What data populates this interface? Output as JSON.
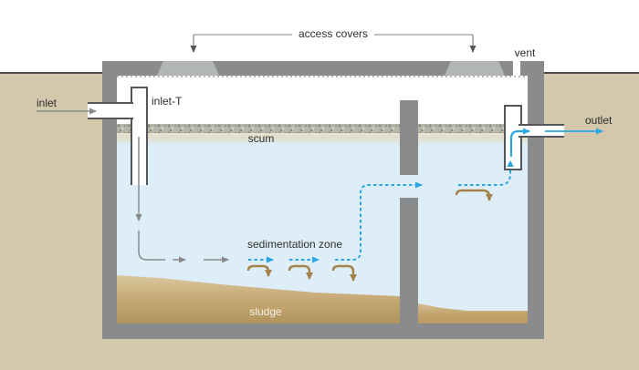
{
  "diagram": {
    "type": "septic-tank-cross-section",
    "labels": {
      "access_covers": "access covers",
      "vent": "vent",
      "inlet": "inlet",
      "inlet_t": "inlet-T",
      "outlet": "outlet",
      "scum": "scum",
      "sedimentation_zone": "sedimentation zone",
      "sludge": "sludge"
    },
    "colors": {
      "soil": "#d3c7ac",
      "ground_line": "#4c4c4c",
      "tank_wall": "#898b8d",
      "access_cover": "#b3b6b6",
      "water": "#ddeef8",
      "scum_speckle": "#b7b6aa",
      "sludge_top": "#e0d0aa",
      "sludge_bottom": "#b1935c",
      "flow_gray": "#8a8a8a",
      "flow_blue": "#2aa5e0",
      "flow_brown": "#a5824a",
      "pipe_outline": "#54565a",
      "label_text": "#2e2e2e"
    },
    "icons": {
      "inlet_arrow": "right-arrow",
      "inlet_t_down_arrow": "down-arrow",
      "settling_arrows": "hook-down-arrow",
      "clarified_flow": "dashed-arrow-path",
      "outlet_arrow": "right-arrow",
      "access_cover_pointers": "bracket-with-down-arrows"
    }
  }
}
